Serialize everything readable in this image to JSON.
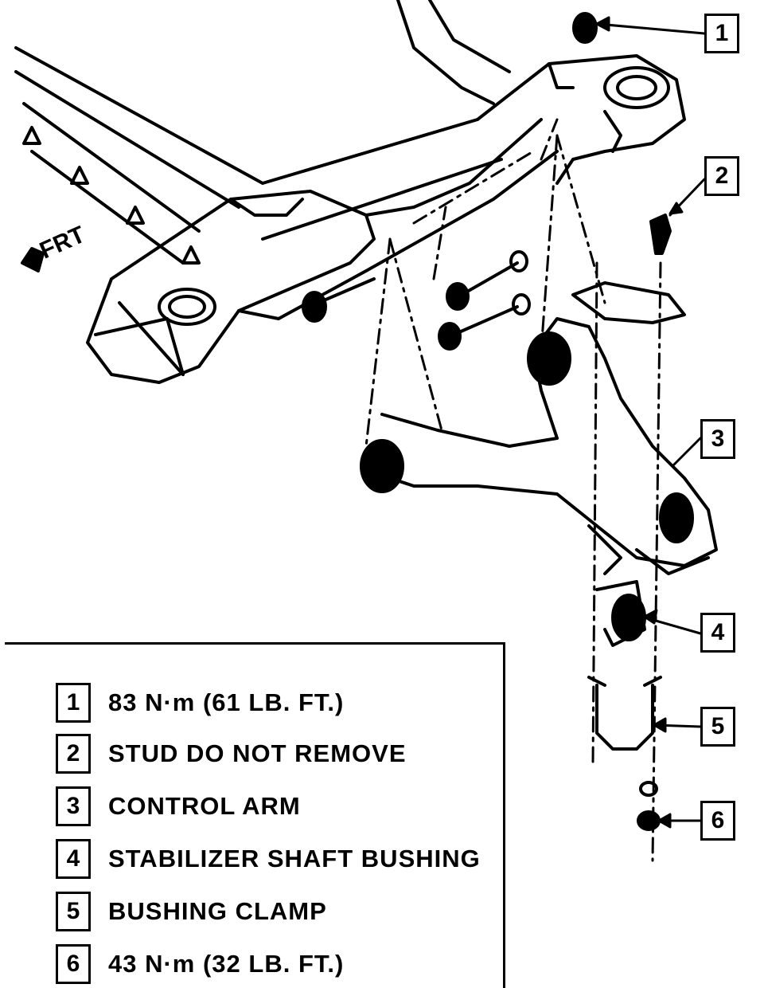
{
  "orientation": {
    "label": "FRT"
  },
  "callouts": [
    {
      "number": "1"
    },
    {
      "number": "2"
    },
    {
      "number": "3"
    },
    {
      "number": "4"
    },
    {
      "number": "5"
    },
    {
      "number": "6"
    }
  ],
  "legend": [
    {
      "number": "1",
      "text": "83 N·m (61 LB. FT.)"
    },
    {
      "number": "2",
      "text": "STUD DO NOT REMOVE"
    },
    {
      "number": "3",
      "text": "CONTROL ARM"
    },
    {
      "number": "4",
      "text": "STABILIZER SHAFT BUSHING"
    },
    {
      "number": "5",
      "text": "BUSHING CLAMP"
    },
    {
      "number": "6",
      "text": "43 N·m (32 LB. FT.)"
    }
  ]
}
